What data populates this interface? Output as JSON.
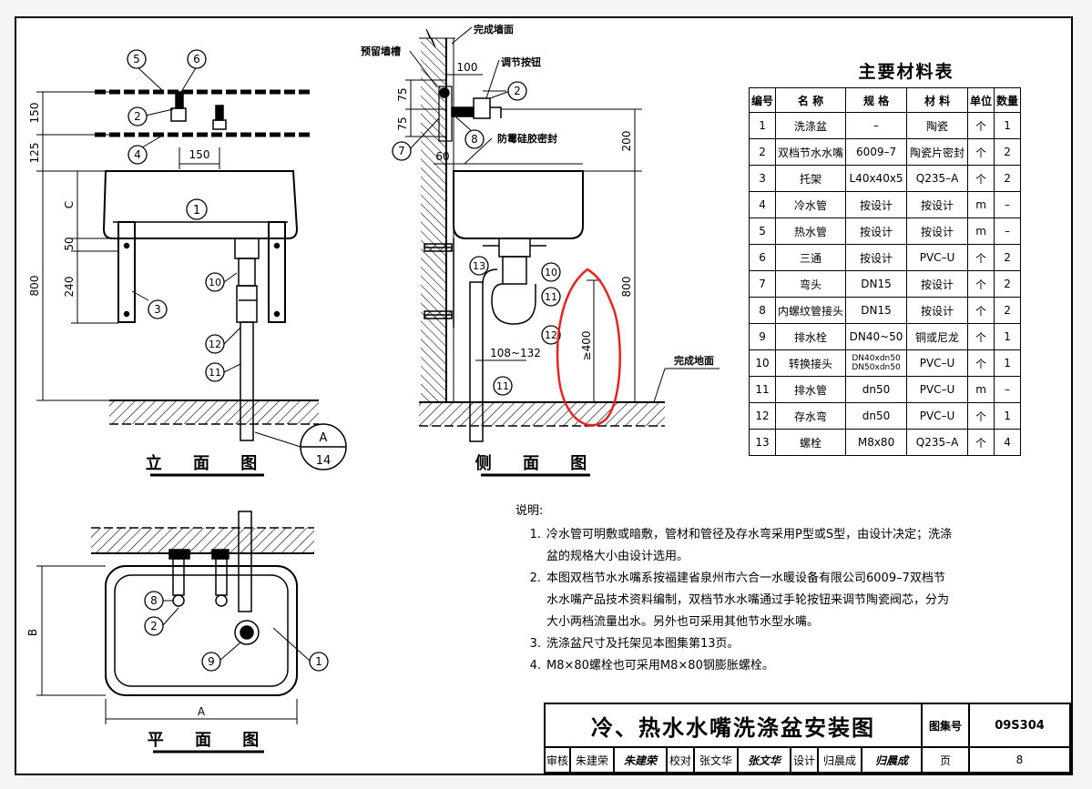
{
  "view_labels": {
    "elevation": "立 面 图",
    "side": "侧 面 图",
    "plan": "平 面 图"
  },
  "callouts": {
    "elevation": [
      "5",
      "6",
      "2",
      "4",
      "1",
      "3",
      "10",
      "12",
      "11"
    ],
    "side": [
      "2",
      "7",
      "8",
      "13",
      "10",
      "11",
      "12",
      "11"
    ],
    "plan": [
      "8",
      "2",
      "9",
      "1"
    ],
    "section_ref_top": "A",
    "section_ref_bottom": "14"
  },
  "dimensions": {
    "elev_150_top": "150",
    "elev_125": "125",
    "elev_150_width": "150",
    "elev_c": "C",
    "elev_50": "50",
    "elev_240": "240",
    "elev_800": "800",
    "side_100": "100",
    "side_75a": "75",
    "side_75b": "75",
    "side_60": "60",
    "side_200": "200",
    "side_800": "800",
    "side_108_132": "108~132",
    "side_400": "≥400",
    "plan_b": "B",
    "plan_a": "A"
  },
  "annotations": {
    "finished_wall": "完成墙面",
    "reserved_slot": "预留墙槽",
    "adjust_knob": "调节按钮",
    "mildew_sealant": "防霉硅胶密封",
    "finished_floor": "完成地面"
  },
  "materials": {
    "title": "主要材料表",
    "headers": [
      "编号",
      "名  称",
      "规  格",
      "材  料",
      "单位",
      "数量"
    ],
    "rows": [
      [
        "1",
        "洗涤盆",
        "–",
        "陶瓷",
        "个",
        "1"
      ],
      [
        "2",
        "双档节水水嘴",
        "6009–7",
        "陶瓷片密封",
        "个",
        "2"
      ],
      [
        "3",
        "托架",
        "L40x40x5",
        "Q235–A",
        "个",
        "2"
      ],
      [
        "4",
        "冷水管",
        "按设计",
        "按设计",
        "m",
        "–"
      ],
      [
        "5",
        "热水管",
        "按设计",
        "按设计",
        "m",
        "–"
      ],
      [
        "6",
        "三通",
        "按设计",
        "PVC–U",
        "个",
        "2"
      ],
      [
        "7",
        "弯头",
        "DN15",
        "按设计",
        "个",
        "2"
      ],
      [
        "8",
        "内螺纹管接头",
        "DN15",
        "按设计",
        "个",
        "2"
      ],
      [
        "9",
        "排水栓",
        "DN40~50",
        "铜或尼龙",
        "个",
        "1"
      ],
      [
        "10",
        "转换接头",
        "DN40xdn50 DN50xdn50",
        "PVC–U",
        "个",
        "1"
      ],
      [
        "11",
        "排水管",
        "dn50",
        "PVC–U",
        "m",
        "–"
      ],
      [
        "12",
        "存水弯",
        "dn50",
        "PVC–U",
        "个",
        "1"
      ],
      [
        "13",
        "螺栓",
        "M8x80",
        "Q235–A",
        "个",
        "4"
      ]
    ],
    "row10_spec_a": "DN40xdn50",
    "row10_spec_b": "DN50xdn50"
  },
  "notes": {
    "heading": "说明:",
    "items": [
      {
        "num": "1.",
        "text": "冷水管可明敷或暗敷，管材和管径及存水弯采用P型或S型，由设计决定；洗涤盆的规格大小由设计选用。"
      },
      {
        "num": "2.",
        "text": "本图双档节水水嘴系按福建省泉州市六合一水暖设备有限公司6009–7双档节水水嘴产品技术资料编制，双档节水水嘴通过手轮按钮来调节陶瓷阀芯，分为大小两档流量出水。另外也可采用其他节水型水嘴。"
      },
      {
        "num": "3.",
        "text": "洗涤盆尺寸及托架见本图集第13页。"
      },
      {
        "num": "4.",
        "text": "M8×80螺栓也可采用M8×80钢膨胀螺栓。"
      }
    ]
  },
  "title_block": {
    "title": "冷、热水水嘴洗涤盆安装图",
    "atlas_label": "图集号",
    "atlas_no": "09S304",
    "review_label": "审核",
    "reviewer": "朱建荣",
    "reviewer_sig": "朱建荣",
    "check_label": "校对",
    "checker": "张文华",
    "checker_sig": "张文华",
    "design_label": "设计",
    "designer": "归晨成",
    "designer_sig": "归晨成",
    "page_label": "页",
    "page_no": "8"
  },
  "colors": {
    "line": "#000000",
    "markup": "#e8231e",
    "hatch": "#000000"
  }
}
